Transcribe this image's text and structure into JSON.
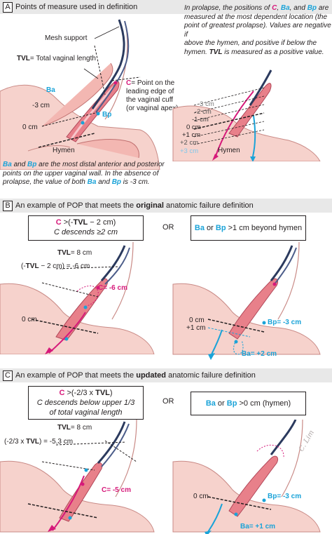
{
  "panels": {
    "a": {
      "letter": "A",
      "title": "Points of measure used in definition",
      "mesh_support": "Mesh support",
      "tvl_abbr": "TVL",
      "tvl_rest": "= Total vaginal length",
      "c_letter": "C",
      "c_def_1": "= Point on the",
      "c_def_2": "leading edge of",
      "c_def_3": "the vaginal cuff",
      "c_def_4": "(or vaginal apex)",
      "ba": "Ba",
      "bp": "Bp",
      "minus3": "-3 cm",
      "zero": "0 cm",
      "hymen": "Hymen",
      "prolapse_note": {
        "l1a": "In prolapse, the positions of ",
        "l1c": "C",
        "l1sep1": ", ",
        "l1ba": "Ba",
        "l1sep2": ", and ",
        "l1bp": "Bp",
        "l1end": " are",
        "l2": "measured at the most dependent location (the",
        "l3": "point of greatest prolapse). Values are negative if",
        "l4": "above the hymen, and positive if below the",
        "l5a": "hymen. ",
        "l5tvl": "TVL",
        "l5b": " is measured as a positive value."
      },
      "scale": [
        "-3 cm",
        "-2 cm",
        "-1 cm",
        "0 cm",
        "+1 cm",
        "+2 cm",
        "+3 cm"
      ],
      "hymen_right": "Hymen",
      "bottom_note": {
        "l1ba": "Ba",
        "l1and": " and ",
        "l1bp": "Bp",
        "l1rest": " are the most distal anterior and posterior",
        "l2": "points on the upper vaginal wall. In the absence of",
        "l3a": "prolapse, the value of both ",
        "l3ba": "Ba",
        "l3and": " and ",
        "l3bp": "Bp",
        "l3end": " is -3 cm."
      }
    },
    "b": {
      "letter": "B",
      "title_pre": "An example of POP that meets the ",
      "title_bold": "original",
      "title_post": " anatomic failure definition",
      "box_left_c": "C",
      "box_left_gt": " >(-",
      "box_left_tvl": "TVL",
      "box_left_end": " − 2 cm)",
      "box_left_sub": "C descends ≥2 cm",
      "or": "OR",
      "box_right_ba": "Ba",
      "box_right_or": " or ",
      "box_right_bp": "Bp",
      "box_right_end": " >1 cm beyond hymen",
      "tvl_label": "TVL",
      "tvl_value": "= 8 cm",
      "formula_pre": "(-",
      "formula_tvl": "TVL",
      "formula_post": " − 2 cm) = -6 cm",
      "c_value_letter": "C",
      "c_value": "= -6 cm",
      "zero_left": "0 cm",
      "zero_right": "0 cm",
      "plus1": "+1 cm",
      "bp_letter": "Bp",
      "bp_value": "= -3 cm",
      "ba_letter": "Ba",
      "ba_value": "= +2 cm"
    },
    "c": {
      "letter": "C",
      "title_pre": "An example of POP that meets the ",
      "title_bold": "updated",
      "title_post": " anatomic failure definition",
      "box_left_c": "C",
      "box_left_gt": " >(-2/3 x ",
      "box_left_tvl": "TVL",
      "box_left_end": ")",
      "box_left_sub1": "C descends below upper 1/3",
      "box_left_sub2": "of total vaginal length",
      "or": "OR",
      "box_right_ba": "Ba",
      "box_right_or": " or ",
      "box_right_bp": "Bp",
      "box_right_end": " >0 cm (hymen)",
      "tvl_label": "TVL",
      "tvl_value": "= 8 cm",
      "formula_pre": "(-2/3 x ",
      "formula_tvl": "TVL",
      "formula_post": ") = -5.3 cm",
      "c_value_letter": "C",
      "c_value": "= -5 cm",
      "zero": "0 cm",
      "bp_letter": "Bp",
      "bp_value": "= -3 cm",
      "ba_letter": "Ba",
      "ba_value": "= +1 cm",
      "signature": "C. Lim"
    }
  },
  "colors": {
    "magenta": "#d6197a",
    "cyan": "#1aa3d8",
    "navy": "#2b3a5e",
    "tissue": "#f4c4c0",
    "vagina": "#e8808a"
  }
}
